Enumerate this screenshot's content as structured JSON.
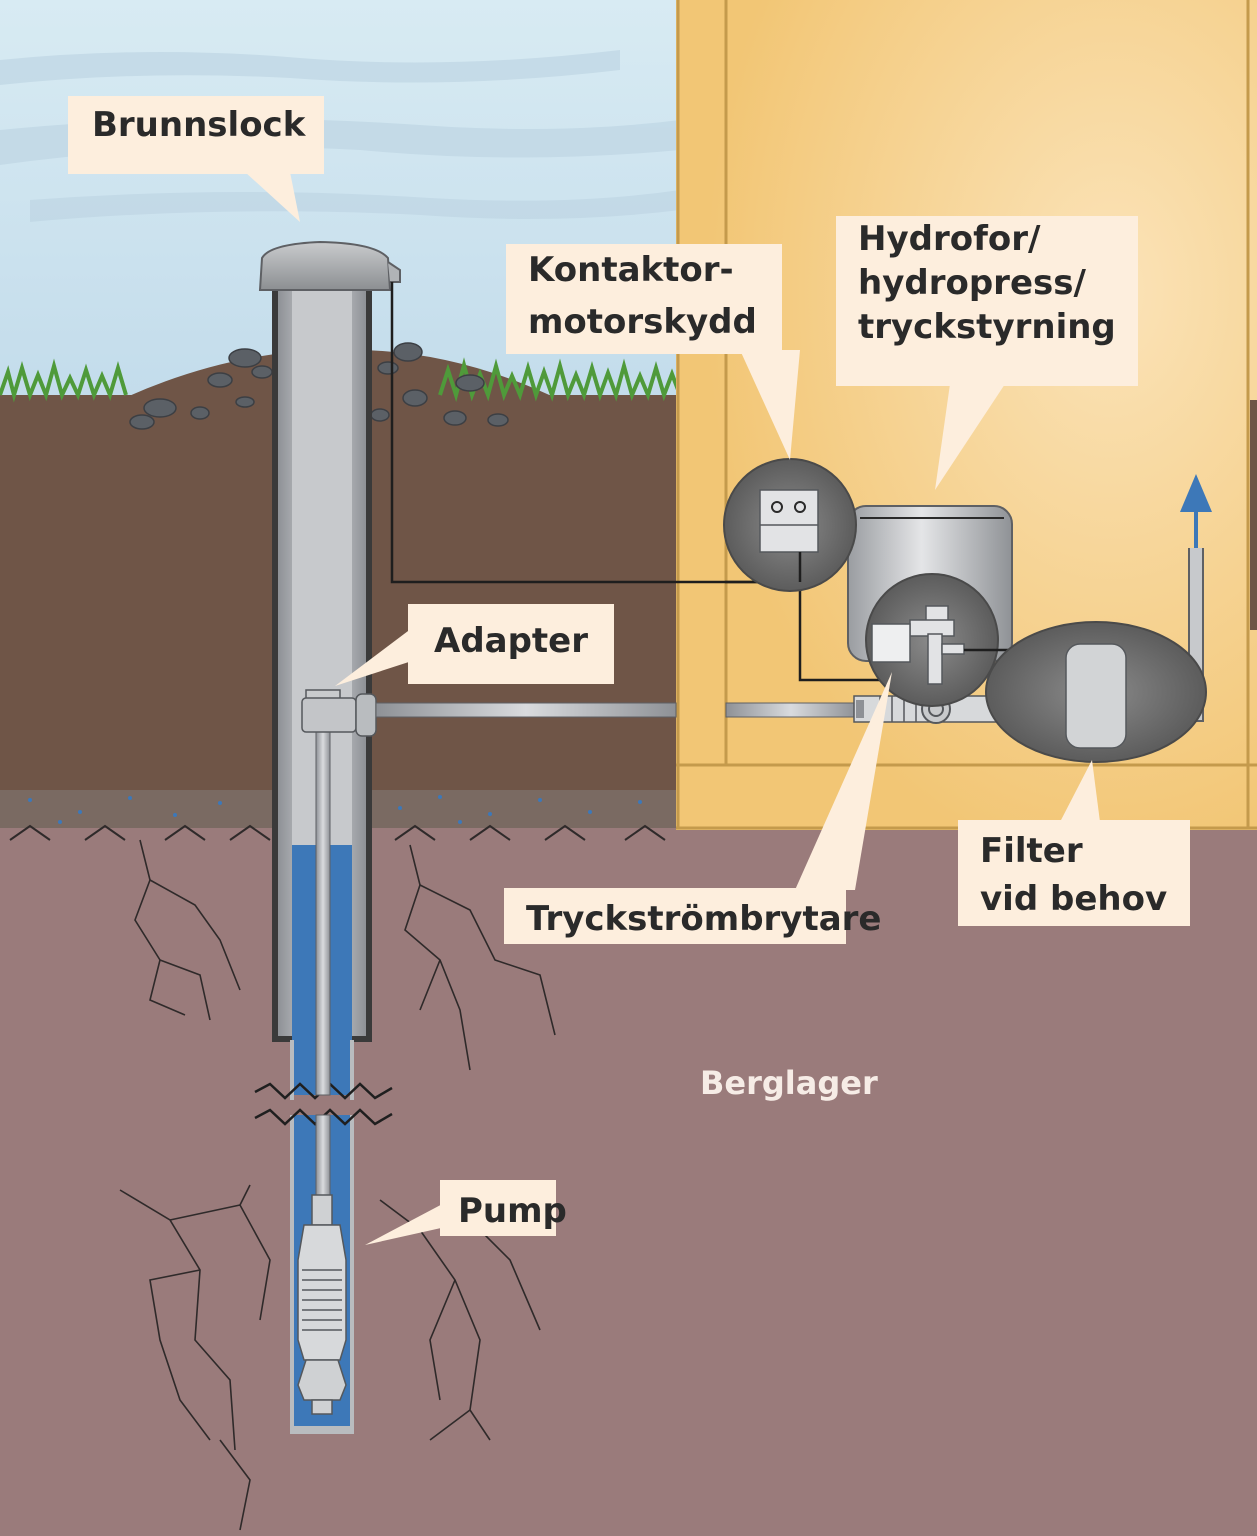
{
  "labels": {
    "brunnslock": "Brunnslock",
    "kontaktor_line1": "Kontaktor-",
    "kontaktor_line2": "motorskydd",
    "hydrofor_line1": "Hydrofor/",
    "hydrofor_line2": "hydropress/",
    "hydrofor_line3": "tryckstyrning",
    "adapter": "Adapter",
    "tryckstrombrytare": "Tryckströmbrytare",
    "filter_line1": "Filter",
    "filter_line2": "vid behov",
    "berglager": "Berglager",
    "pump": "Pump"
  },
  "colors": {
    "sky": "#cfe3ee",
    "soil": "#6f5547",
    "bedrock": "#9a7b7b",
    "house_wall": "#f4c97a",
    "water": "#3d78b8",
    "pipe": "#b9bcbf",
    "label_box": "#fdeedd",
    "arrow": "#3d78b8"
  },
  "icons": {
    "flow_arrow": "arrow-up-icon",
    "contactor": "switch-box-icon"
  }
}
